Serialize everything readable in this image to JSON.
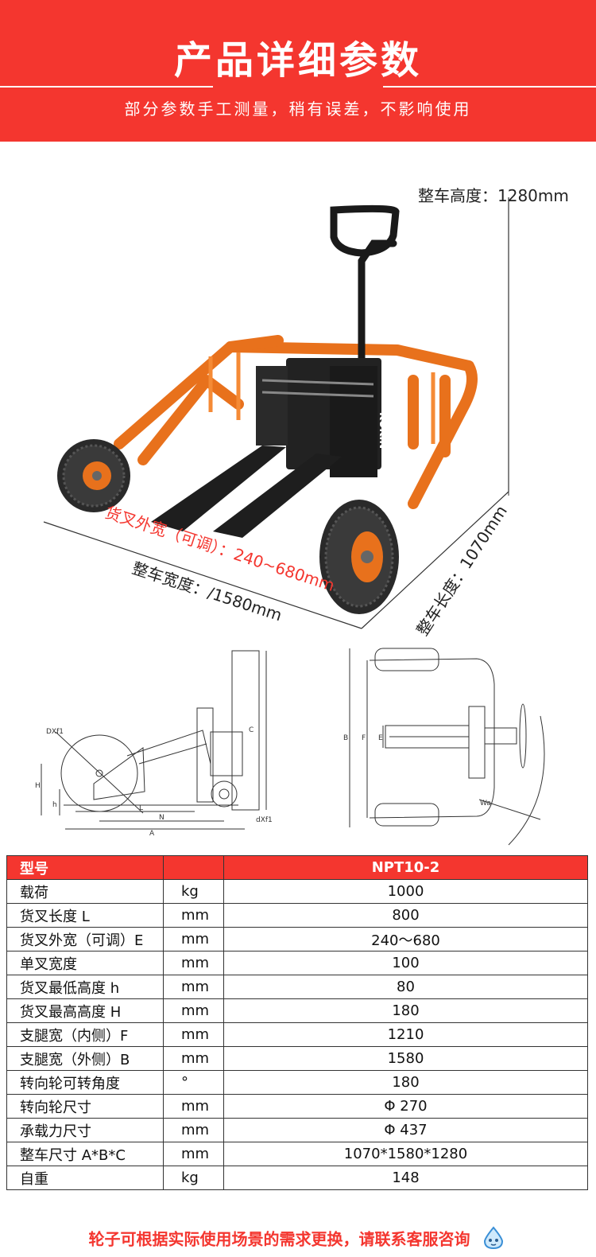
{
  "header": {
    "title": "产品详细参数",
    "subtitle": "部分参数手工测量，稍有误差，不影响使用"
  },
  "dimensions": {
    "height": "整车高度：1280mm",
    "fork_width": "货叉外宽（可调）：240~680mm",
    "total_width": "整车宽度：/1580mm",
    "length": "整车长度：1070mm",
    "brand": "KUKIN"
  },
  "drawing_labels": {
    "dxf1_top": "DXf1",
    "dxf1_bottom": "dXf1",
    "c": "C",
    "h_upper": "H",
    "h_lower": "h",
    "l": "L",
    "n": "N",
    "a": "A",
    "b": "B",
    "f": "F",
    "e": "E",
    "wa": "Wa"
  },
  "table": {
    "header": [
      "型号",
      "",
      "NPT10-2"
    ],
    "rows": [
      [
        "载荷",
        "kg",
        "1000"
      ],
      [
        "货叉长度 L",
        "mm",
        "800"
      ],
      [
        "货叉外宽（可调）E",
        "mm",
        "240～680"
      ],
      [
        "单叉宽度",
        "mm",
        "100"
      ],
      [
        "货叉最低高度 h",
        "mm",
        "80"
      ],
      [
        "货叉最高高度 H",
        "mm",
        "180"
      ],
      [
        "支腿宽（内侧）F",
        "mm",
        "1210"
      ],
      [
        "支腿宽（外侧）B",
        "mm",
        "1580"
      ],
      [
        "转向轮可转角度",
        "°",
        "180"
      ],
      [
        "转向轮尺寸",
        "mm",
        "Φ 270"
      ],
      [
        "承载力尺寸",
        "mm",
        "Φ 437"
      ],
      [
        "整车尺寸 A*B*C",
        "mm",
        "1070*1580*1280"
      ],
      [
        "自重",
        "kg",
        "148"
      ]
    ]
  },
  "footer": {
    "note": "轮子可根据实际使用场景的需求更换，请联系客服咨询"
  },
  "colors": {
    "brand_red": "#f4362f",
    "frame_orange": "#f07a22",
    "fork_black": "#1e1e1e"
  }
}
